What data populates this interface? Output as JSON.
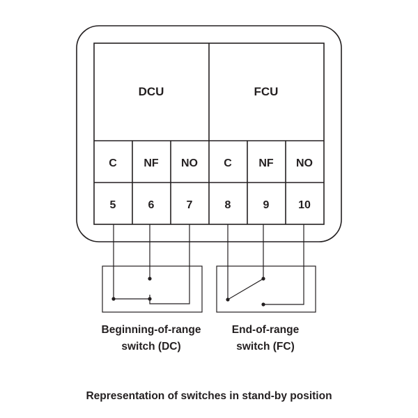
{
  "units": [
    {
      "name": "DCU",
      "terminals": [
        {
          "label": "C",
          "number": "5"
        },
        {
          "label": "NF",
          "number": "6"
        },
        {
          "label": "NO",
          "number": "7"
        }
      ]
    },
    {
      "name": "FCU",
      "terminals": [
        {
          "label": "C",
          "number": "8"
        },
        {
          "label": "NF",
          "number": "9"
        },
        {
          "label": "NO",
          "number": "10"
        }
      ]
    }
  ],
  "switches": [
    {
      "line1": "Beginning-of-range",
      "line2": "switch (DC)"
    },
    {
      "line1": "End-of-range",
      "line2": "switch (FC)"
    }
  ],
  "caption": "Representation of switches in stand-by position"
}
